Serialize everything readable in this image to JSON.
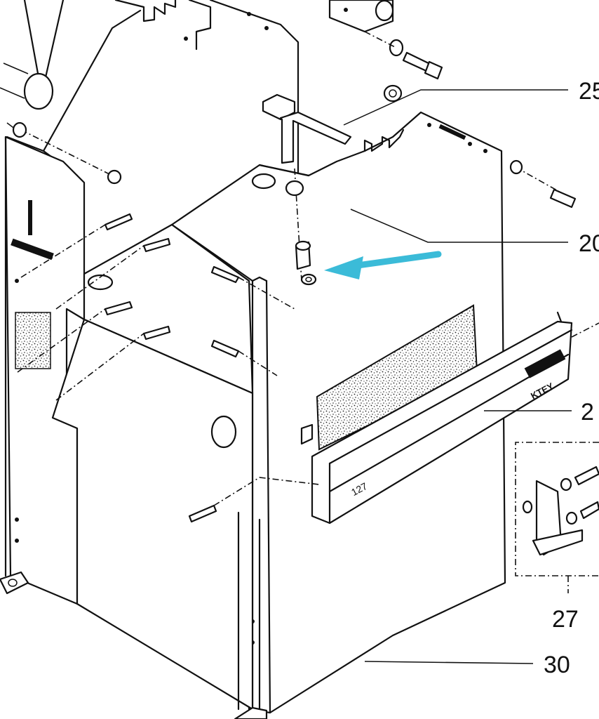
{
  "callouts": [
    {
      "id": "25",
      "label": "25"
    },
    {
      "id": "20",
      "label": "20"
    },
    {
      "id": "2",
      "label": "2"
    },
    {
      "id": "27",
      "label": "27"
    },
    {
      "id": "30",
      "label": "30"
    }
  ],
  "plate_text": "KTEY",
  "plate_text_lower": "127",
  "colors": {
    "line": "#111111",
    "arrow": "#3bbbd8",
    "background": "#ffffff"
  }
}
